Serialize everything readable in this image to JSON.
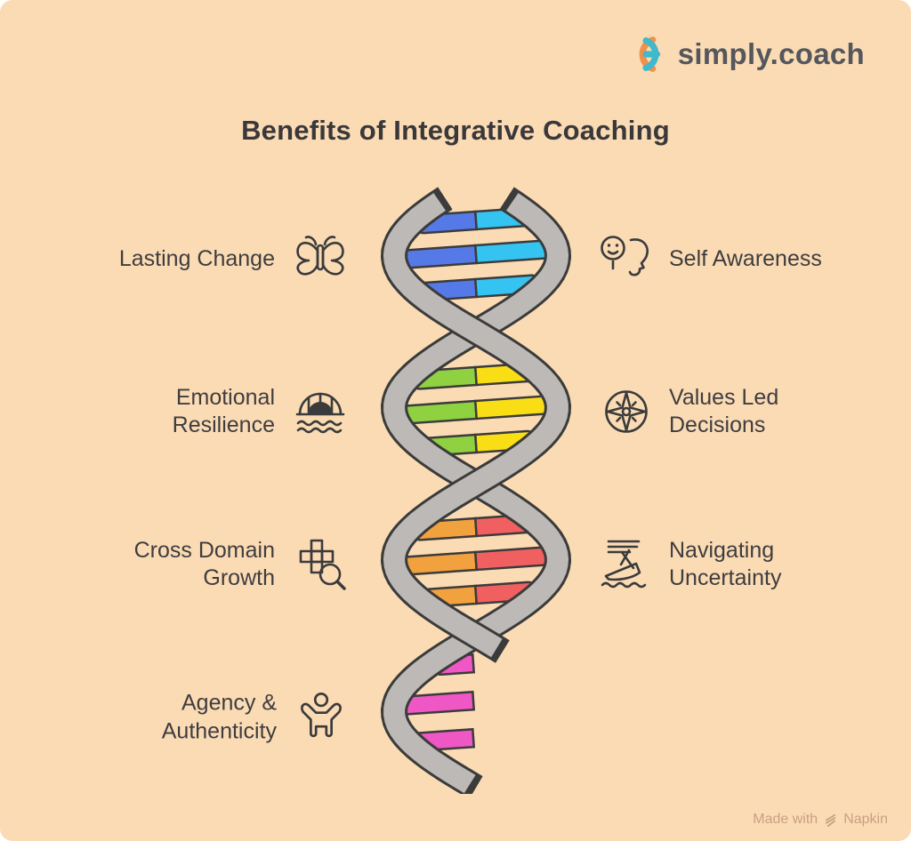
{
  "background": "#FBDBB4",
  "logo": {
    "text": "simply.coach",
    "text_color": "#54575D",
    "icon_orange": "#F0914B",
    "icon_teal": "#3FB9CB"
  },
  "title": {
    "text": "Benefits of Integrative Coaching"
  },
  "benefits_left": [
    {
      "label": "Lasting Change",
      "icon": "butterfly-icon"
    },
    {
      "label": "Emotional Resilience",
      "icon": "bridge-over-water-icon"
    },
    {
      "label": "Cross Domain Growth",
      "icon": "crossword-magnifier-icon"
    },
    {
      "label": "Agency & Authenticity",
      "icon": "person-celebrating-icon"
    }
  ],
  "benefits_right": [
    {
      "label": "Self Awareness",
      "icon": "face-profile-icon"
    },
    {
      "label": "Values Led Decisions",
      "icon": "compass-icon"
    },
    {
      "label": "Navigating Uncertainty",
      "icon": "sinking-boat-icon"
    }
  ],
  "dna": {
    "strand": "#BCB9B6",
    "outline": "#3B3B3B",
    "sections": [
      {
        "name": "blue-cyan",
        "left": "#5679E8",
        "right": "#35C4F2"
      },
      {
        "name": "green-yellow",
        "left": "#8FD141",
        "right": "#F9DE16"
      },
      {
        "name": "orange-red",
        "left": "#F2A13F",
        "right": "#F16060"
      },
      {
        "name": "pink-broken",
        "left": "#EF57C4",
        "right": null
      }
    ]
  },
  "footer": {
    "made_with": "Made with",
    "brand": "Napkin"
  }
}
